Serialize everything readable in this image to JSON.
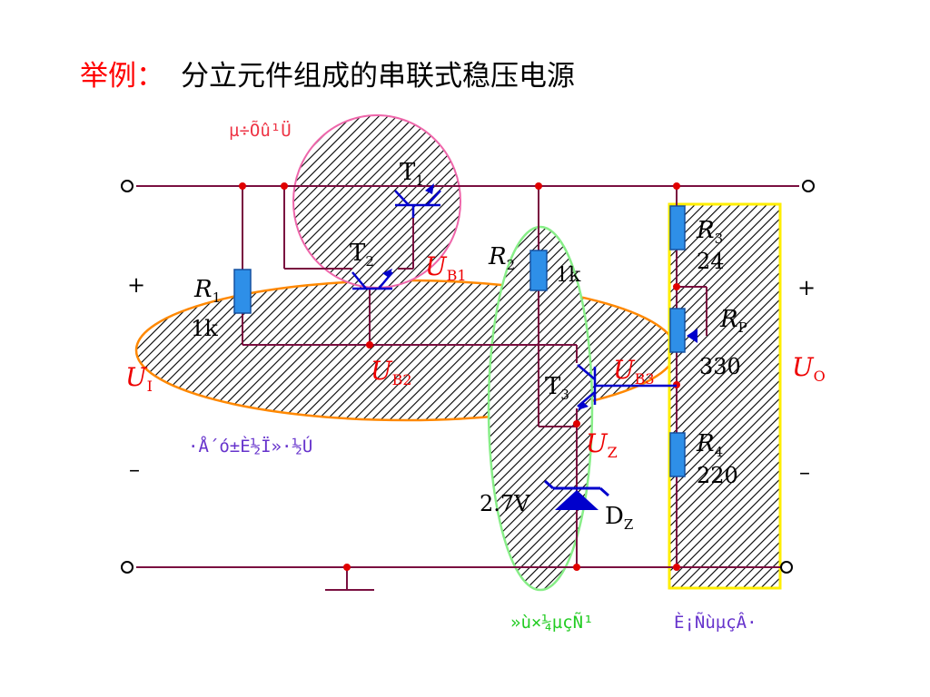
{
  "title": {
    "prefix": "举例：",
    "text": "分立元件组成的串联式稳压电源"
  },
  "group_labels": {
    "adjust": "µ÷Õû¹Ü",
    "amplify": "·Å´ó±È½Ï»·½Ú",
    "reference": "»ù×¼µçÑ¹",
    "sampling": "È¡ÑùµçÂ·"
  },
  "components": {
    "T1": {
      "letter": "T",
      "sub": "1"
    },
    "T2": {
      "letter": "T",
      "sub": "2"
    },
    "T3": {
      "letter": "T",
      "sub": "3"
    },
    "R1": {
      "letter": "R",
      "sub": "1",
      "value": "1k"
    },
    "R2": {
      "letter": "R",
      "sub": "2",
      "value": "1k"
    },
    "R3": {
      "letter": "R",
      "sub": "3",
      "value": "24"
    },
    "RP": {
      "letter": "R",
      "sub": "P",
      "value": "330"
    },
    "R4": {
      "letter": "R",
      "sub": "4",
      "value": "220"
    },
    "DZ": {
      "letter": "D",
      "sub": "Z",
      "value": "2.7V"
    }
  },
  "voltages": {
    "UB1": {
      "letter": "U",
      "sub": "B1"
    },
    "UB2": {
      "letter": "U",
      "sub": "B2"
    },
    "UB3": {
      "letter": "U",
      "sub": "B3"
    },
    "UZ": {
      "letter": "U",
      "sub": "Z"
    },
    "UI": {
      "letter": "U",
      "sub": "I"
    },
    "UO": {
      "letter": "U",
      "sub": "O"
    }
  },
  "polarity": {
    "plus": "+",
    "minus": "–"
  },
  "colors": {
    "wire": "#7a1040",
    "resistor": "#2e8fe8",
    "transistor": "#0000cc",
    "node": "#e00000",
    "label_red": "#ee0000",
    "label_purple": "#6633cc",
    "label_green": "#22cc22",
    "pink": "#ee66aa",
    "orange": "#ff8800",
    "yellow": "#ffee00",
    "green": "#88ee88"
  }
}
